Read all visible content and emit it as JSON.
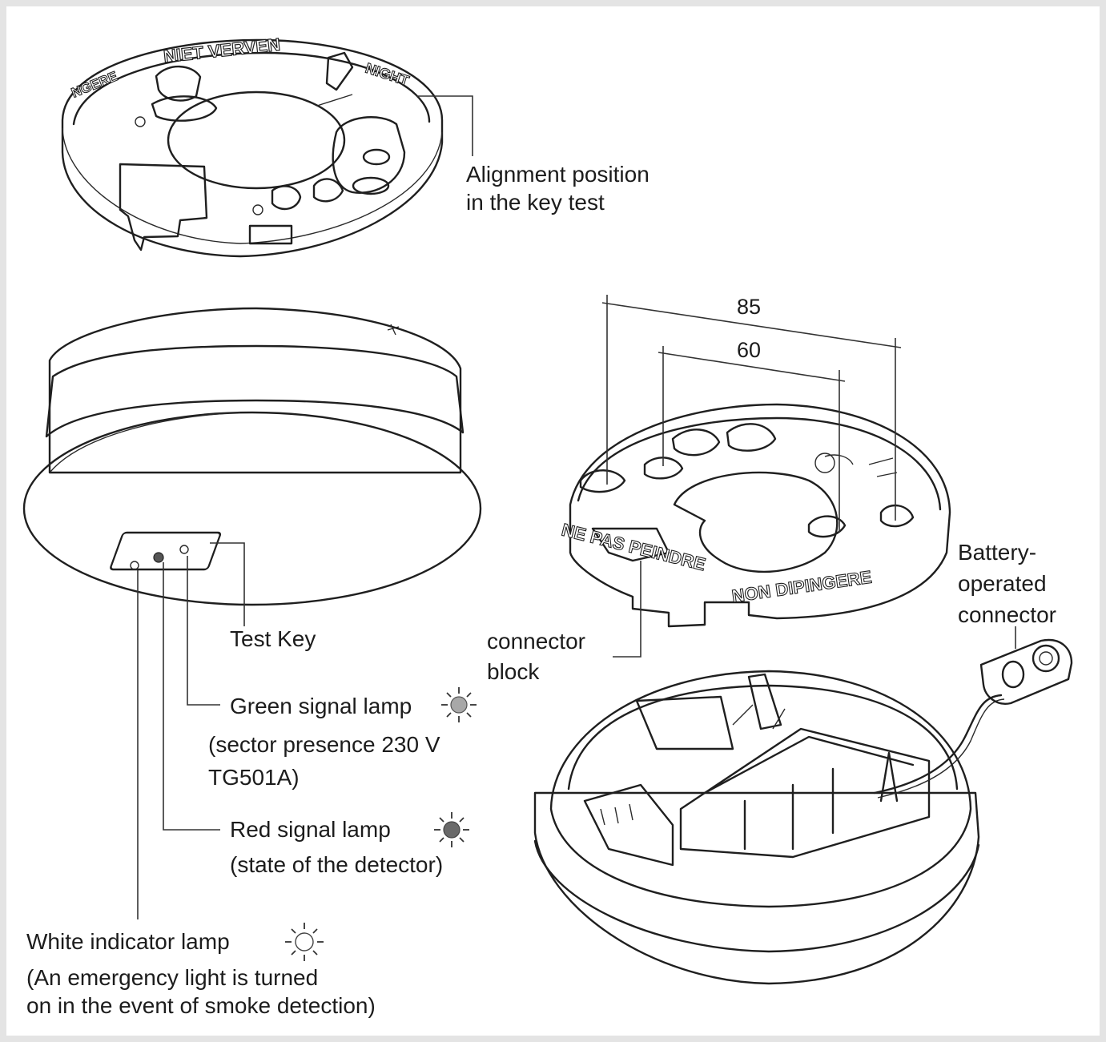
{
  "labels": {
    "alignment": [
      "Alignment position",
      "in the key test"
    ],
    "test_key": "Test Key",
    "green": [
      "Green signal lamp",
      "(sector presence 230 V",
      "TG501A)"
    ],
    "red": [
      "Red signal lamp",
      "(state of the detector)"
    ],
    "white": [
      "White indicator lamp",
      "(An emergency light is turned",
      "on in the event of smoke detection)"
    ],
    "connector_block": [
      "connector",
      "block"
    ],
    "battery": [
      "Battery-",
      "operated",
      "connector"
    ]
  },
  "dimensions": {
    "outer": "85",
    "inner": "60"
  },
  "lamp_colors": {
    "green": "#a8a8a8",
    "red": "#6a6a6a",
    "white": "#ffffff"
  },
  "embossed": {
    "top_plate": [
      "NIET VERVEN",
      "NIGHT",
      "NGERE"
    ],
    "base_plate": [
      "NE PAS PEINDRE",
      "NON DIPINGERE"
    ]
  }
}
